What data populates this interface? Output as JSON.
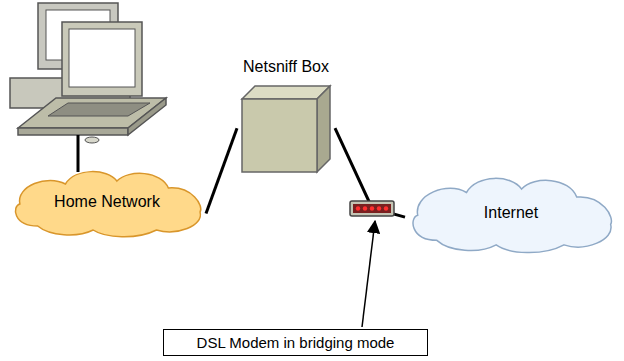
{
  "diagram": {
    "nodes": [
      {
        "text": [
          "Home Network"
        ]
      },
      {
        "text": [
          "Netsniff Box"
        ]
      },
      {
        "text": [
          "Internet"
        ]
      },
      {
        "text": [
          "DSL Modem in bridging mode"
        ]
      }
    ],
    "edges": [
      {
        "from": 0,
        "to": 1,
        "arrow": "none"
      },
      {
        "from": 1,
        "to": 2,
        "arrow": "none"
      }
    ]
  }
}
